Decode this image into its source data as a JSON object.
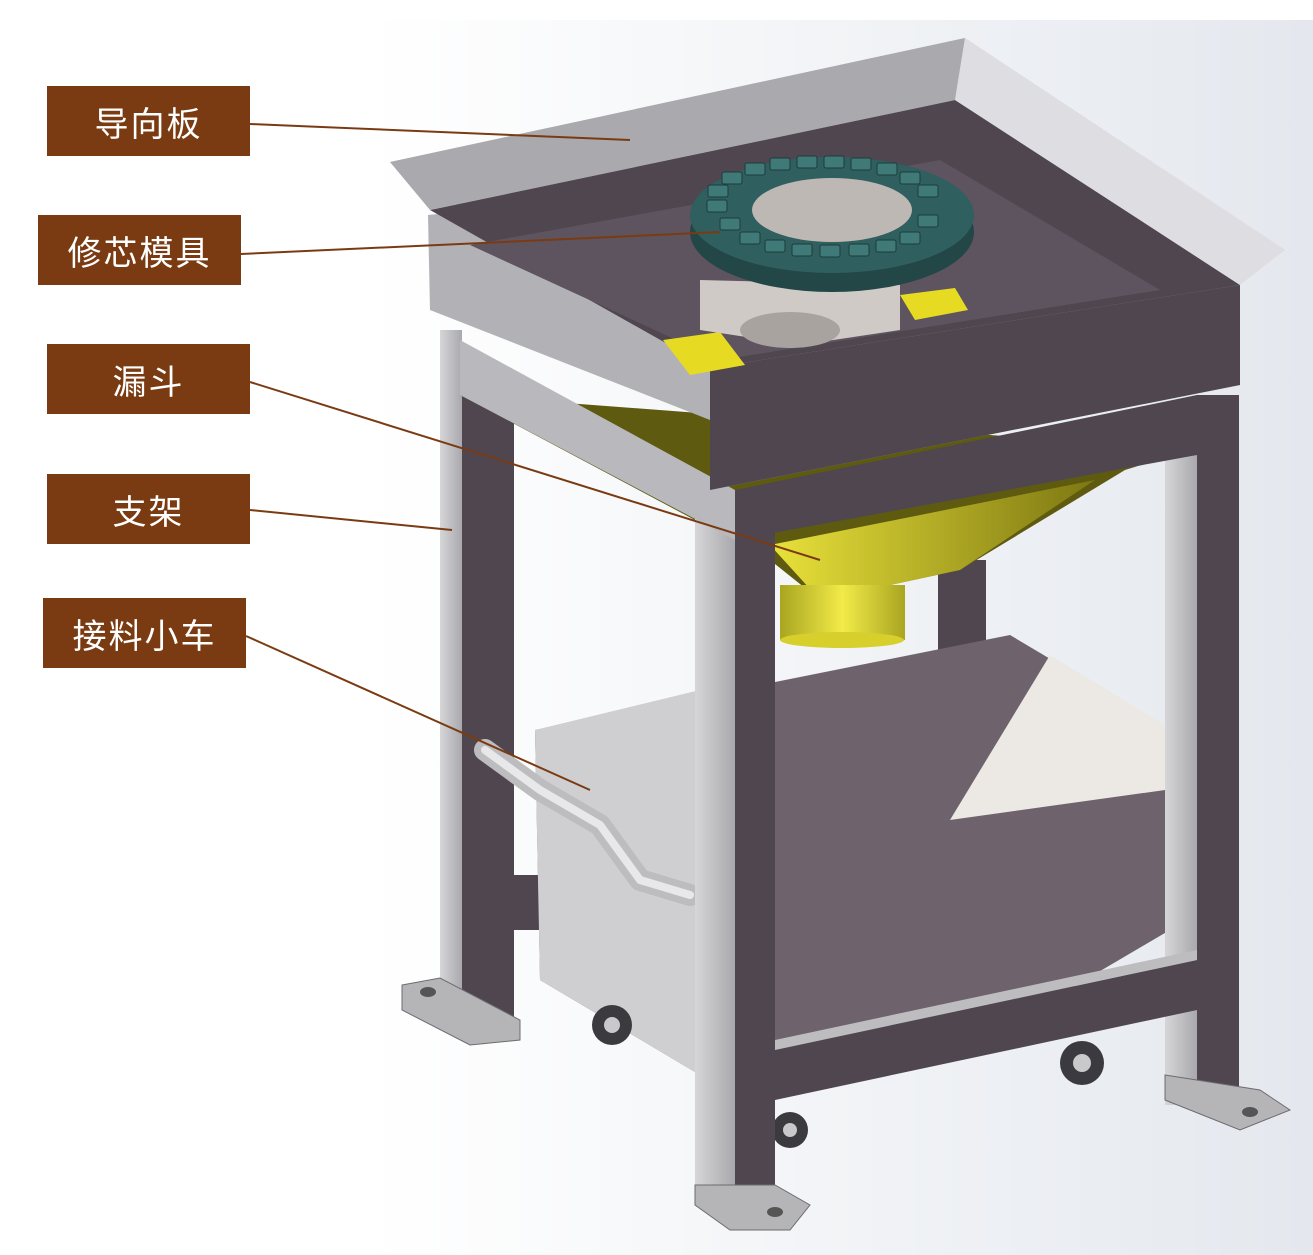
{
  "callouts": [
    {
      "id": "guide",
      "label": "导向板"
    },
    {
      "id": "mold",
      "label": "修芯模具"
    },
    {
      "id": "hopper",
      "label": "漏斗"
    },
    {
      "id": "stand",
      "label": "支架"
    },
    {
      "id": "cart",
      "label": "接料小车"
    }
  ],
  "colors": {
    "label_bg": "#7a3b12",
    "leader_line": "#7a3b12",
    "frame_dark": "#4f4650",
    "frame_light": "#b9b9bd",
    "mold_teal": "#2f5f5e",
    "hopper_yellow": "#cfc62a",
    "cart_body": "#6b616b"
  }
}
